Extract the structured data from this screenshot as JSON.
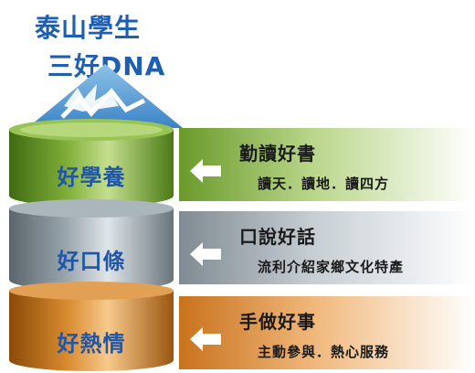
{
  "title": {
    "line1": "泰山學生",
    "line2": "三好DNA"
  },
  "layers": [
    {
      "label": "好學養",
      "heading": "勤讀好書",
      "detail": "讀天．讀地．讀四方",
      "color": "#6a9a2a"
    },
    {
      "label": "好口條",
      "heading": "口說好話",
      "detail": "流利介紹家鄉文化特產",
      "color": "#7f8a92"
    },
    {
      "label": "好熱情",
      "heading": "手做好事",
      "detail": "主動參與．熱心服務",
      "color": "#c8721c"
    }
  ]
}
